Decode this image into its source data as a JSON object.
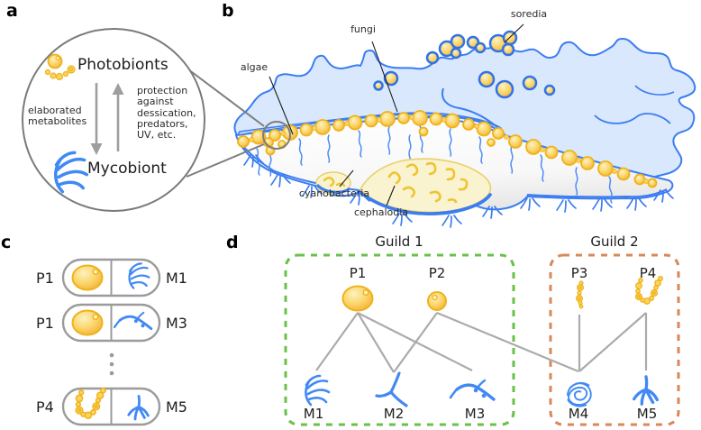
{
  "panel_a": {
    "label": "a",
    "top_node": "Photobionts",
    "bottom_node": "Mycobiont",
    "down_arrow_note": "elaborated metabolites",
    "up_arrow_note": "protection against dessication, predators, UV, etc."
  },
  "panel_b": {
    "label": "b",
    "annotations": {
      "algae": "algae",
      "fungi": "fungi",
      "soredia": "soredia",
      "cyanobacteria": "cyanobacteria",
      "cephalodia": "cephalodia"
    }
  },
  "panel_c": {
    "label": "c",
    "pairs": [
      {
        "photobiont": "P1",
        "mycobiont": "M1"
      },
      {
        "photobiont": "P1",
        "mycobiont": "M3"
      },
      {
        "photobiont": "P4",
        "mycobiont": "M5"
      }
    ]
  },
  "panel_d": {
    "label": "d",
    "guilds": [
      {
        "label": "Guild 1",
        "photobionts": [
          "P1",
          "P2"
        ],
        "mycobionts": [
          "M1",
          "M2",
          "M3"
        ]
      },
      {
        "label": "Guild 2",
        "photobionts": [
          "P3",
          "P4"
        ],
        "mycobionts": [
          "M4",
          "M5"
        ]
      }
    ],
    "nodes": {
      "P1": "P1",
      "P2": "P2",
      "P3": "P3",
      "P4": "P4",
      "M1": "M1",
      "M2": "M2",
      "M3": "M3",
      "M4": "M4",
      "M5": "M5"
    },
    "edges": [
      [
        "P1",
        "M1"
      ],
      [
        "P1",
        "M2"
      ],
      [
        "P1",
        "M3"
      ],
      [
        "P2",
        "M2"
      ],
      [
        "P2",
        "M4"
      ],
      [
        "P3",
        "M4"
      ],
      [
        "P4",
        "M4"
      ],
      [
        "P4",
        "M5"
      ]
    ]
  },
  "icons": {
    "photobiont-cell-icon": "yellow oval cell",
    "photobiont-chain-icon": "yellow bead chain",
    "mycobiont-tuft-icon": "blue branching tuft",
    "mycobiont-fork-icon": "blue forked hypha",
    "mycobiont-branch-icon": "blue branch with spores",
    "mycobiont-ball-icon": "blue hyphal tangle",
    "mycobiont-star-icon": "blue star-shaped hypha",
    "down-arrow-icon": "gray downward arrow",
    "up-arrow-icon": "gray upward arrow",
    "magnifier-circle-icon": "gray magnification circle"
  },
  "colors": {
    "outline_blue": "#3b7df1",
    "hypha_blue": "#4d8df3",
    "surface_blue": "#d9e8fc",
    "cell_yellow": "#fbd56a",
    "cell_stroke": "#efb31a",
    "cephalodia_fill": "#faf3d0",
    "guild1_green": "#6bc04a",
    "guild2_orange": "#d8885a",
    "edge_gray": "#ababab",
    "magnifier_gray": "#7d7d7d"
  }
}
